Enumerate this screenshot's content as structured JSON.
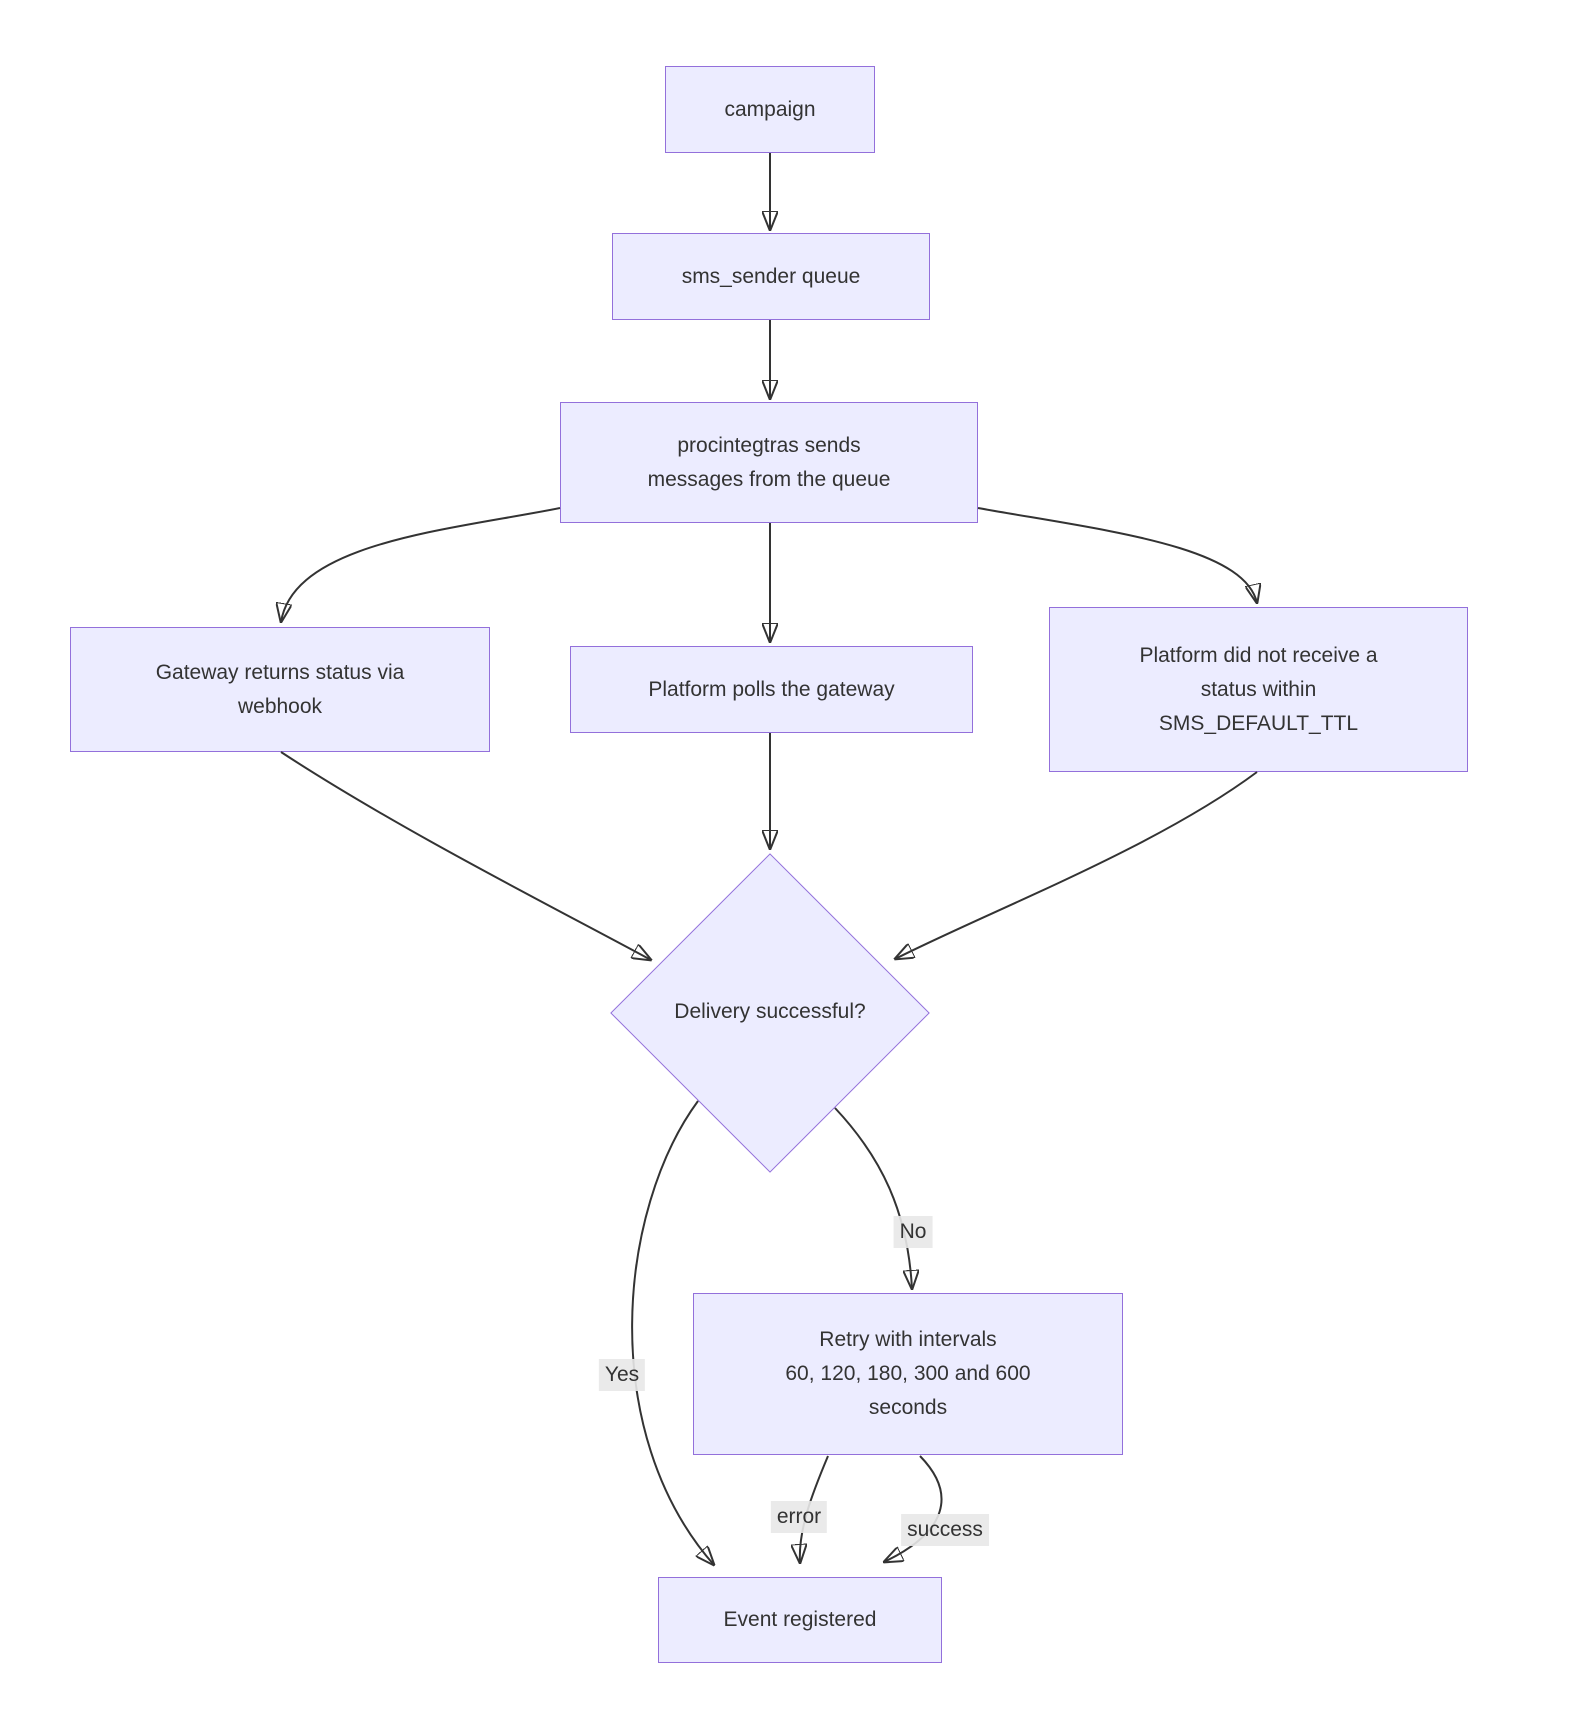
{
  "diagram": {
    "type": "flowchart",
    "direction": "top-down",
    "colors": {
      "node_fill": "#ECECFF",
      "node_border": "#9370DB",
      "edge_line": "#333333",
      "text": "#333333",
      "edge_label_bg": "#e8e8e8"
    },
    "nodes": {
      "campaign": {
        "shape": "rect",
        "label": "campaign",
        "lines": [
          "campaign"
        ]
      },
      "sms_queue": {
        "shape": "rect",
        "label": "sms_sender queue",
        "lines": [
          "sms_sender queue"
        ]
      },
      "procintegtras": {
        "shape": "rect",
        "label": "procintegtras sends messages from the queue",
        "lines": [
          "procintegtras sends",
          "messages from the queue"
        ]
      },
      "gateway_webhook": {
        "shape": "rect",
        "label": "Gateway returns status via webhook",
        "lines": [
          "Gateway returns status via",
          "webhook"
        ]
      },
      "platform_polls": {
        "shape": "rect",
        "label": "Platform polls the gateway",
        "lines": [
          "Platform polls the gateway"
        ]
      },
      "platform_ttl": {
        "shape": "rect",
        "label": "Platform did not receive a status within SMS_DEFAULT_TTL",
        "lines": [
          "Platform did not receive a",
          "status within",
          "SMS_DEFAULT_TTL"
        ]
      },
      "delivery_decision": {
        "shape": "diamond",
        "label": "Delivery successful?",
        "lines": [
          "Delivery successful?"
        ]
      },
      "retry": {
        "shape": "rect",
        "label": "Retry with intervals 60, 120, 180, 300 and 600 seconds",
        "lines": [
          "Retry with intervals",
          "60, 120, 180, 300 and 600",
          "seconds"
        ]
      },
      "event_registered": {
        "shape": "rect",
        "label": "Event registered",
        "lines": [
          "Event registered"
        ]
      }
    },
    "edges": [
      {
        "from": "campaign",
        "to": "sms_queue"
      },
      {
        "from": "sms_queue",
        "to": "procintegtras"
      },
      {
        "from": "procintegtras",
        "to": "gateway_webhook"
      },
      {
        "from": "procintegtras",
        "to": "platform_polls"
      },
      {
        "from": "procintegtras",
        "to": "platform_ttl"
      },
      {
        "from": "gateway_webhook",
        "to": "delivery_decision"
      },
      {
        "from": "platform_polls",
        "to": "delivery_decision"
      },
      {
        "from": "platform_ttl",
        "to": "delivery_decision"
      },
      {
        "from": "delivery_decision",
        "to": "event_registered",
        "label": "Yes"
      },
      {
        "from": "delivery_decision",
        "to": "retry",
        "label": "No"
      },
      {
        "from": "retry",
        "to": "event_registered",
        "label": "error"
      },
      {
        "from": "retry",
        "to": "event_registered",
        "label": "success"
      }
    ]
  }
}
